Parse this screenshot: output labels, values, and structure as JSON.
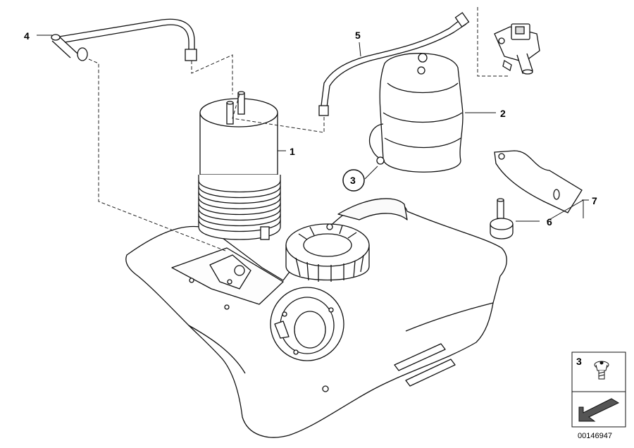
{
  "callouts": {
    "c1": "1",
    "c2": "2",
    "c3": "3",
    "c4": "4",
    "c5": "5",
    "c6": "6",
    "c7": "7"
  },
  "legend": {
    "item_number": "3",
    "diagram_code": "00146947"
  }
}
